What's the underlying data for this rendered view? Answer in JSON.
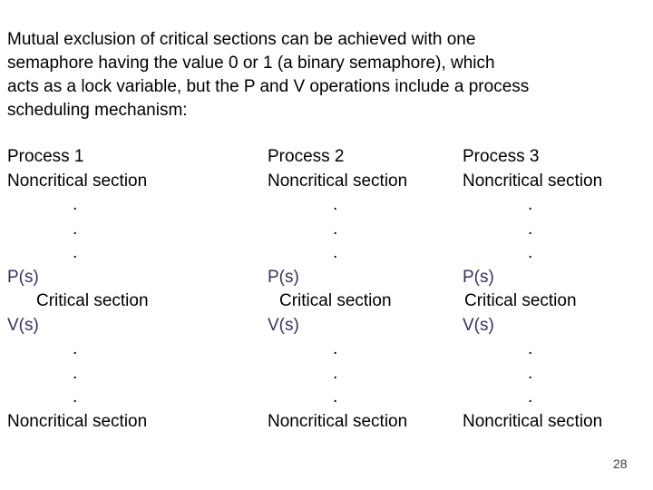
{
  "slide": {
    "paragraph_lines": [
      "Mutual exclusion of critical sections can be achieved with one",
      "semaphore having the value 0 or 1 (a binary semaphore), which",
      "acts as a lock variable, but the P and V operations include a process",
      "scheduling mechanism:"
    ],
    "columns": [
      {
        "title": "Process 1",
        "lines": [
          {
            "kind": "title",
            "text": "Process 1"
          },
          {
            "kind": "text",
            "text": "Noncritical section"
          },
          {
            "kind": "dot",
            "text": "."
          },
          {
            "kind": "dot",
            "text": "."
          },
          {
            "kind": "dot",
            "text": "."
          },
          {
            "kind": "op",
            "text": "P(s)"
          },
          {
            "kind": "critical",
            "text": "Critical section"
          },
          {
            "kind": "op",
            "text": "V(s)"
          },
          {
            "kind": "dot",
            "text": "."
          },
          {
            "kind": "dot",
            "text": "."
          },
          {
            "kind": "dot",
            "text": "."
          },
          {
            "kind": "text",
            "text": "Noncritical section"
          }
        ]
      },
      {
        "title": "Process 2",
        "lines": [
          {
            "kind": "title",
            "text": "Process 2"
          },
          {
            "kind": "text",
            "text": "Noncritical section"
          },
          {
            "kind": "dot",
            "text": "."
          },
          {
            "kind": "dot",
            "text": "."
          },
          {
            "kind": "dot",
            "text": "."
          },
          {
            "kind": "op",
            "text": "P(s)"
          },
          {
            "kind": "critical",
            "text": "Critical section"
          },
          {
            "kind": "op",
            "text": "V(s)"
          },
          {
            "kind": "dot",
            "text": "."
          },
          {
            "kind": "dot",
            "text": "."
          },
          {
            "kind": "dot",
            "text": "."
          },
          {
            "kind": "text",
            "text": "Noncritical section"
          }
        ]
      },
      {
        "title": "Process 3",
        "lines": [
          {
            "kind": "title",
            "text": "Process 3"
          },
          {
            "kind": "text",
            "text": "Noncritical section"
          },
          {
            "kind": "dot",
            "text": "."
          },
          {
            "kind": "dot",
            "text": "."
          },
          {
            "kind": "dot",
            "text": "."
          },
          {
            "kind": "op",
            "text": "P(s)"
          },
          {
            "kind": "critical",
            "text": "Critical section"
          },
          {
            "kind": "op",
            "text": "V(s)"
          },
          {
            "kind": "dot",
            "text": "."
          },
          {
            "kind": "dot",
            "text": "."
          },
          {
            "kind": "dot",
            "text": "."
          },
          {
            "kind": "text",
            "text": "Noncritical section"
          }
        ]
      }
    ],
    "page_number": "28",
    "colors": {
      "text": "#000000",
      "operation": "#333366",
      "page_number": "#3f3f3f",
      "background": "#ffffff"
    }
  }
}
